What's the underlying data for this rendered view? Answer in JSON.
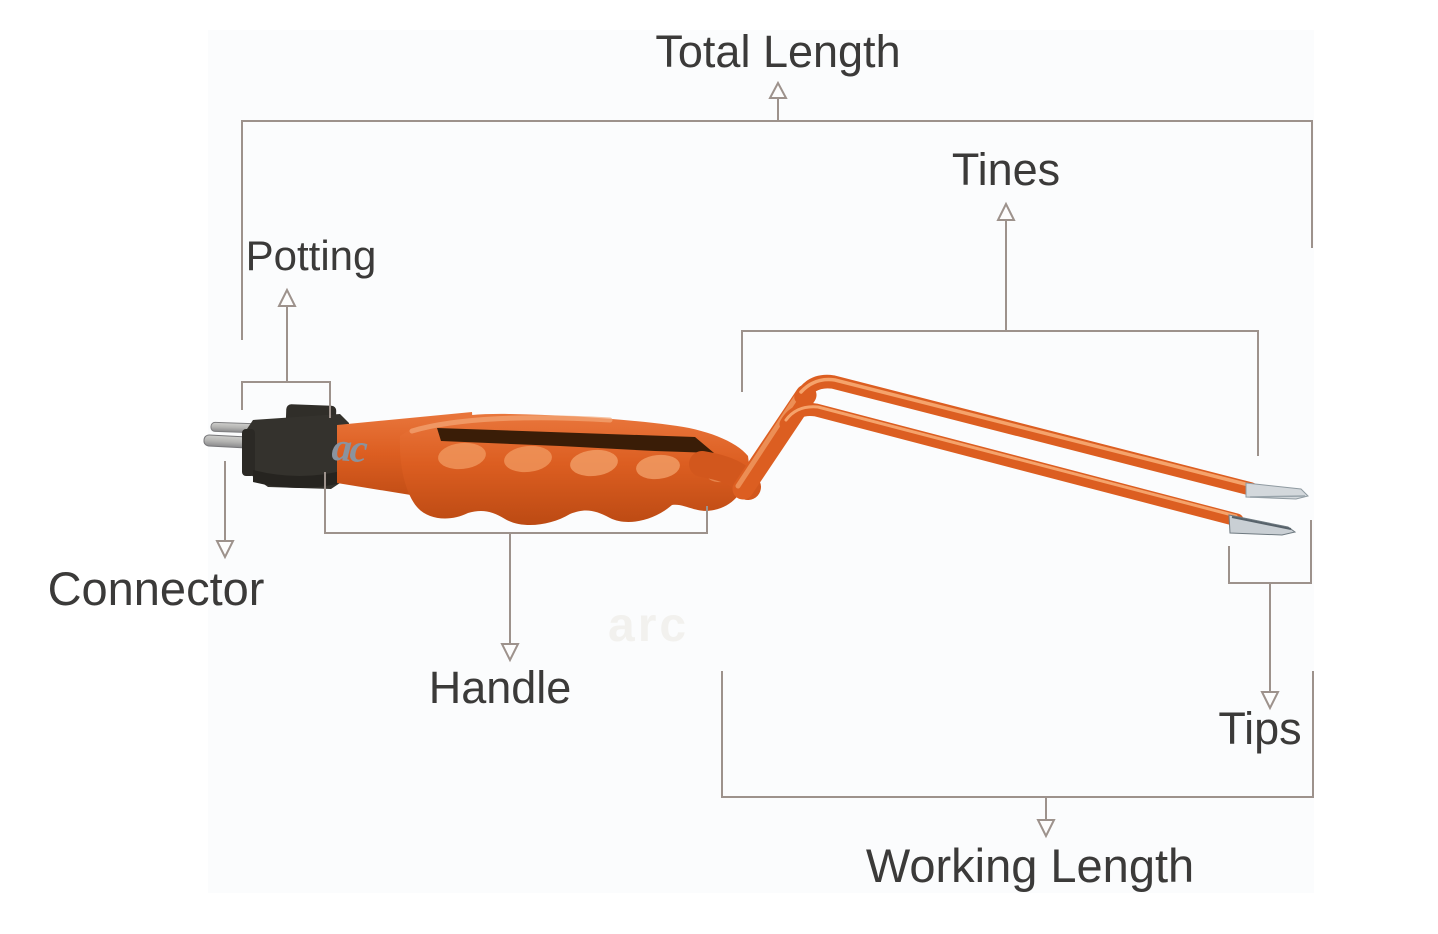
{
  "figure": {
    "type": "labeled-diagram",
    "subject": "bipolar-forceps-anatomy",
    "labels": {
      "total_length": "Total Length",
      "tines": "Tines",
      "potting": "Potting",
      "connector": "Connector",
      "handle": "Handle",
      "tips": "Tips",
      "working_length": "Working Length"
    },
    "brand_logo": "ac",
    "watermark": "arc",
    "colors": {
      "instrument_orange": "#dc5e21",
      "instrument_highlight": "#f5a36b",
      "connector_black": "#34322d",
      "pin_silver": "#b4b4b2",
      "tip_silver": "#cfd5d9",
      "annotation_line": "#9d928c",
      "label_text": "#3b3a39",
      "photo_background": "#fbfcfd"
    }
  }
}
